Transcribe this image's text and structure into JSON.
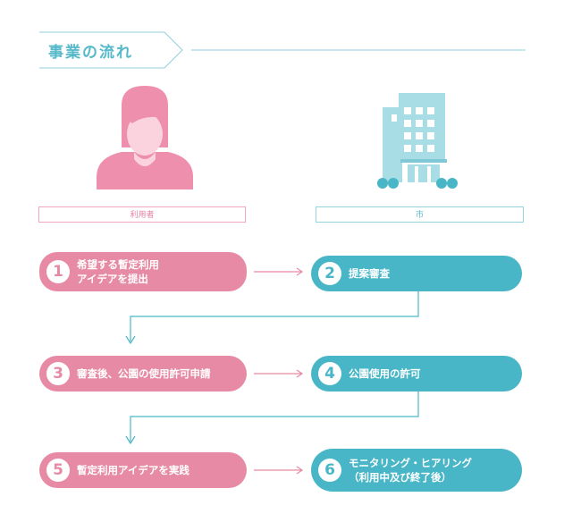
{
  "header": {
    "title": "事業の流れ"
  },
  "columns": {
    "user": "利用者",
    "city": "市"
  },
  "steps": [
    {
      "num": "1",
      "label": "希望する暫定利用\nアイデアを提出"
    },
    {
      "num": "2",
      "label": "提案審査"
    },
    {
      "num": "3",
      "label": "審査後、公園の使用許可申請"
    },
    {
      "num": "4",
      "label": "公園使用の許可"
    },
    {
      "num": "5",
      "label": "暫定利用アイデアを実践"
    },
    {
      "num": "6",
      "label": "モニタリング・ヒアリング\n（利用中及び終了後）"
    }
  ],
  "colors": {
    "pink": "#e78aa5",
    "teal": "#49b6c7",
    "user_icon": "#ef8fae",
    "city_icon": "#a8dde6"
  }
}
